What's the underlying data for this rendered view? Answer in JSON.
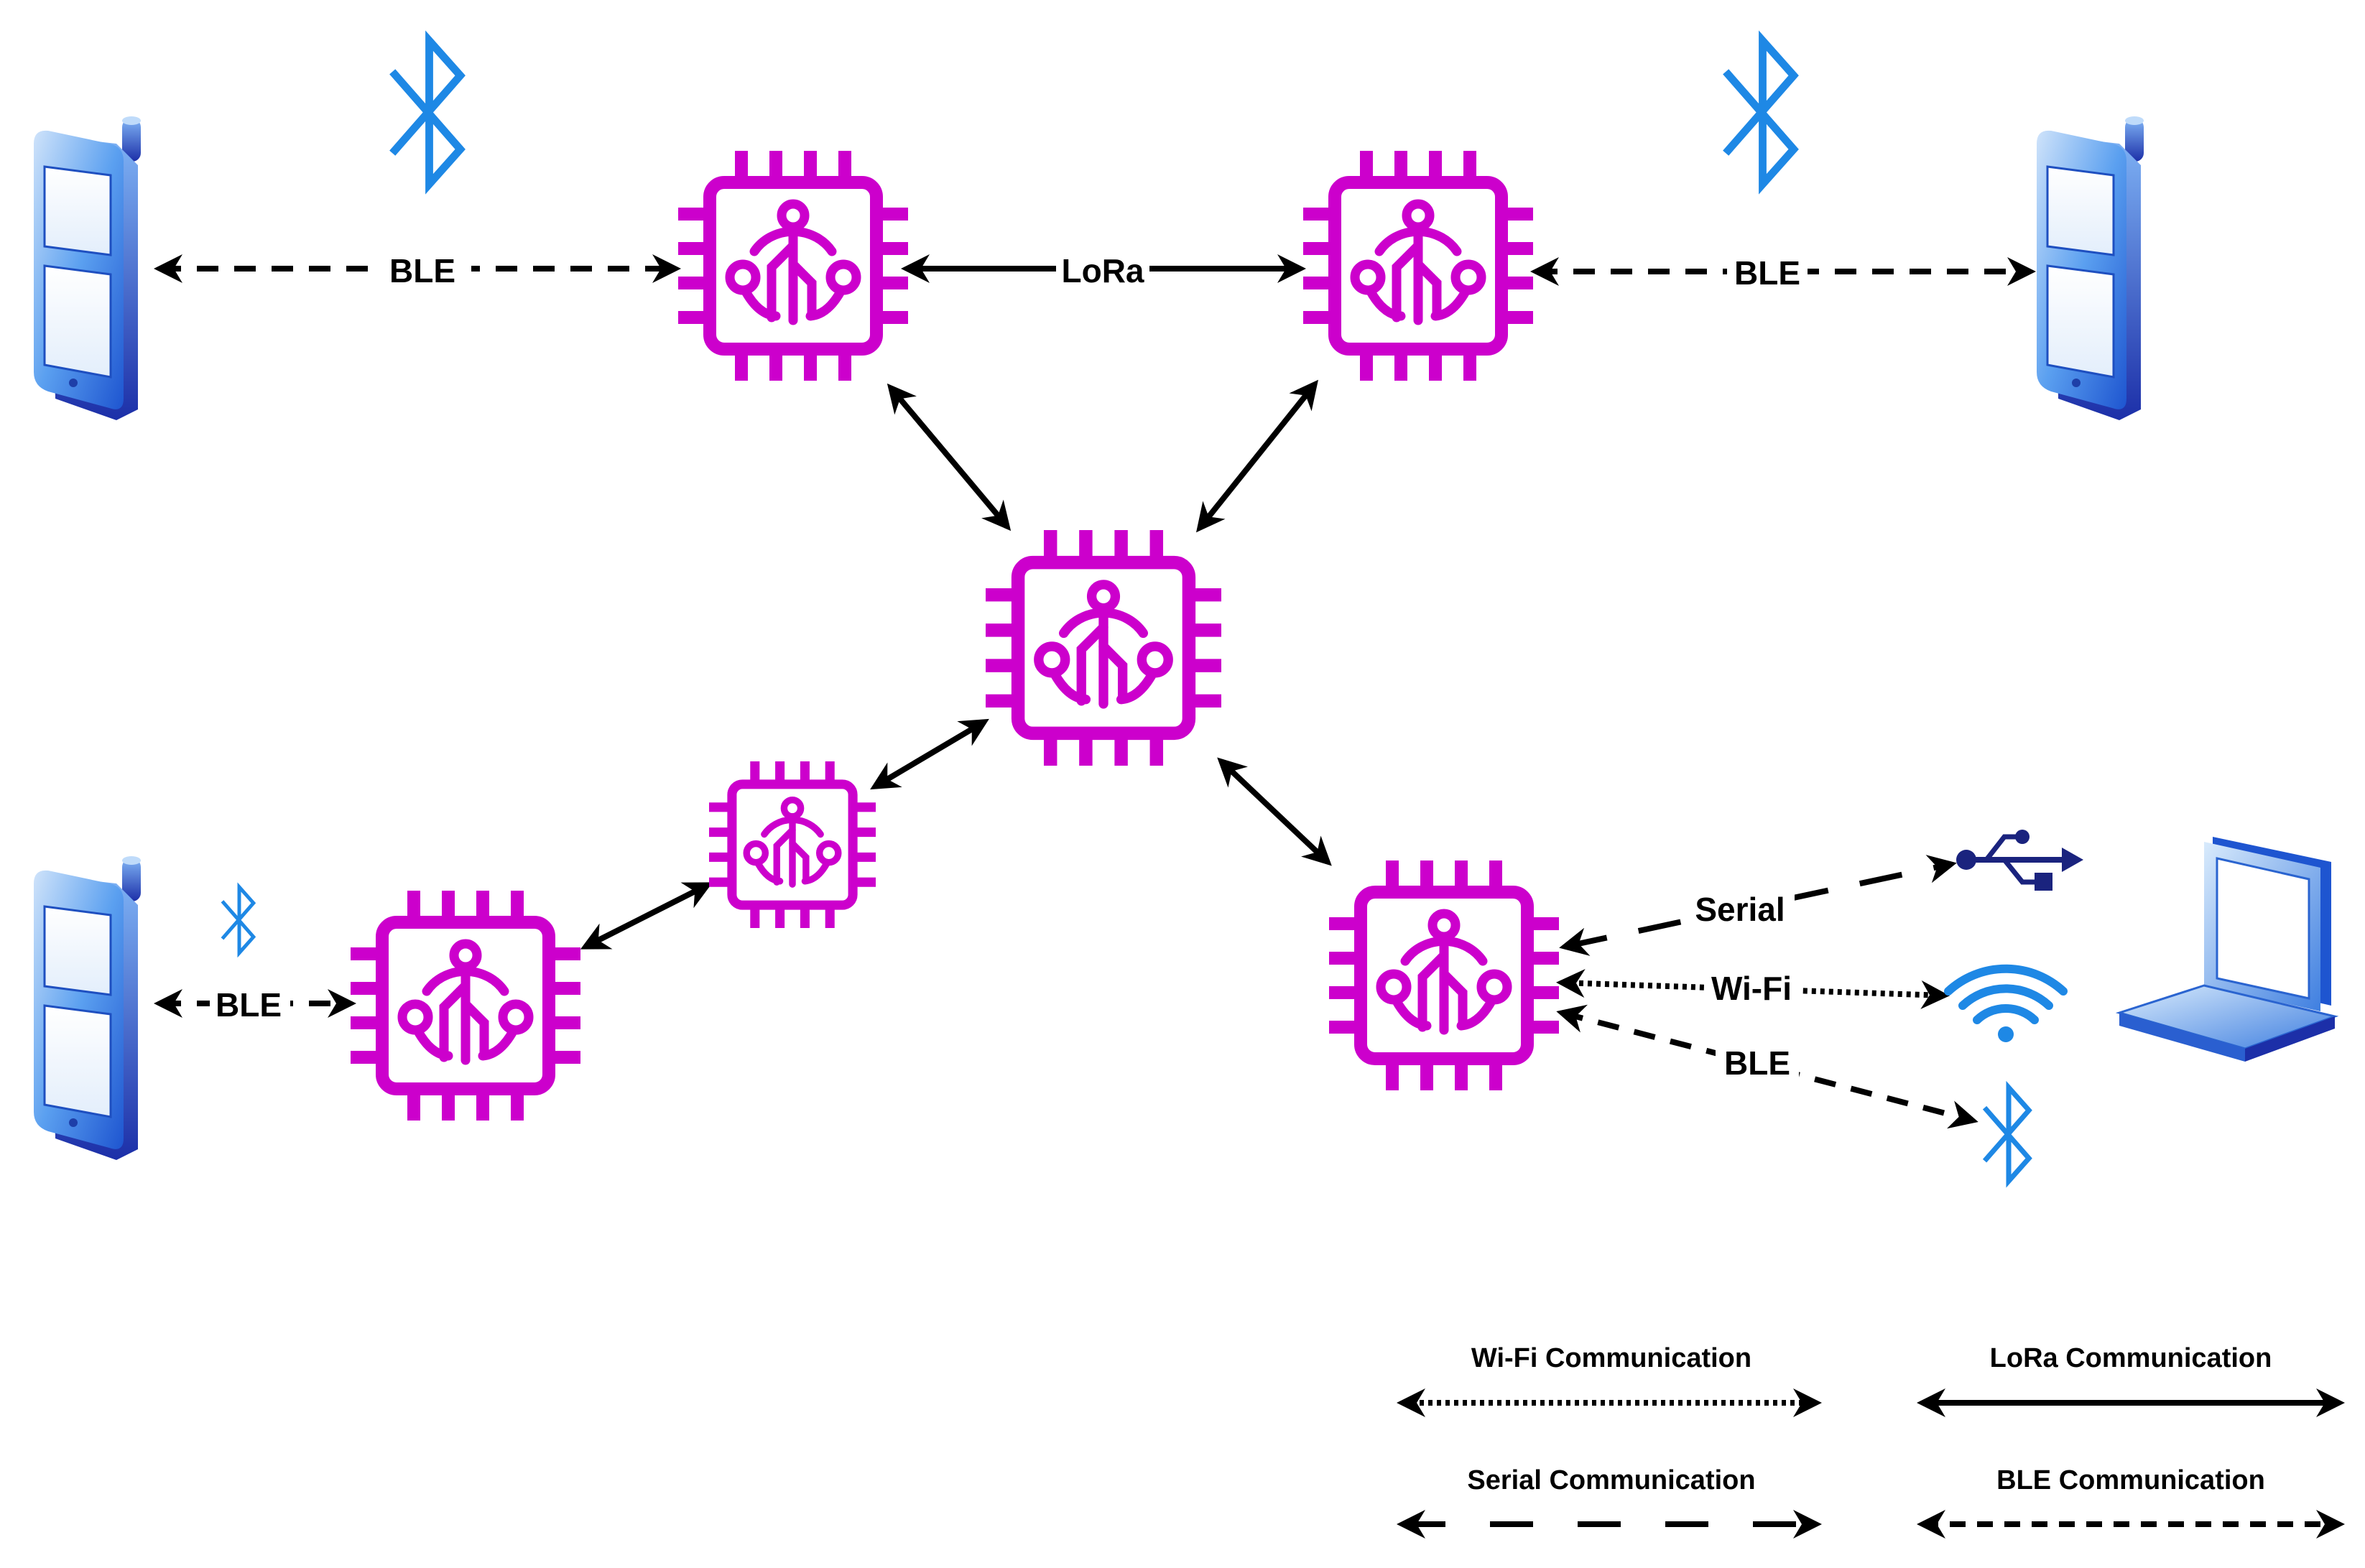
{
  "edges": {
    "ble_top_left": "BLE",
    "lora_top": "LoRa",
    "ble_top_right": "BLE",
    "ble_bottom_left": "BLE",
    "serial": "Serial",
    "wifi": "Wi-Fi",
    "ble_laptop": "BLE"
  },
  "legend": {
    "wifi": "Wi-Fi Communication",
    "lora": "LoRa Communication",
    "serial": "Serial Communication",
    "ble": "BLE Communication"
  },
  "colors": {
    "chip": "#CC00CC",
    "device_blue": "#1E88E5",
    "usb_blue": "#1A237E",
    "line": "#000000"
  },
  "icons": [
    "phone-icon",
    "bluetooth-icon",
    "chip-icon",
    "usb-icon",
    "wifi-icon",
    "laptop-icon"
  ]
}
